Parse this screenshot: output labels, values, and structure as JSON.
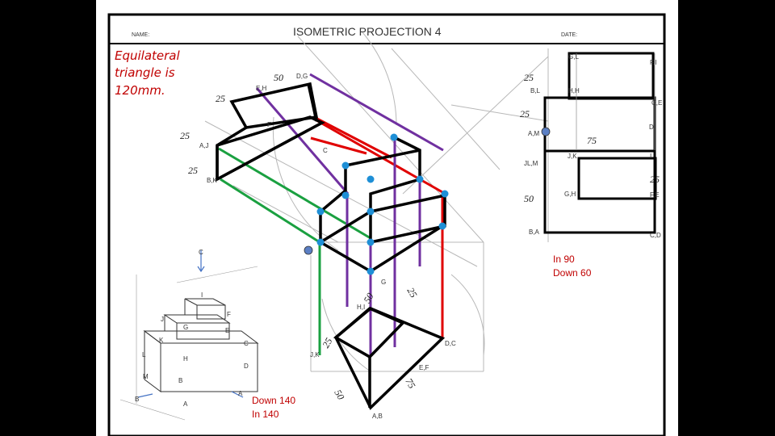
{
  "header": {
    "name_label": "NAME:",
    "title": "ISOMETRIC  PROJECTION 4",
    "date_label": "DATE:"
  },
  "note": {
    "line1": "Equilateral",
    "line2": "triangle is",
    "line3": "120mm."
  },
  "iso_dims": {
    "d50": "50",
    "d25_top": "25",
    "d25_left1": "25",
    "d25_left2": "25"
  },
  "iso_labels": {
    "eh": "E,H",
    "dg": "D,G",
    "aj": "A,J",
    "bk": "B,K",
    "f": "F",
    "c": "C"
  },
  "elevation": {
    "gl": "G,L",
    "fi": "F,I",
    "bl": "B,L",
    "hh": "H,H",
    "ce": "C,E",
    "d": "D",
    "am": "A,M",
    "d75": "75",
    "jk": "J,K",
    "i": "I",
    "jlm": "JL,M",
    "d25_right": "25",
    "d25_a": "25",
    "d25_b": "25",
    "d50": "50",
    "gh": "G,H",
    "fe": "F,E",
    "ba": "B,A",
    "cd": "C,D"
  },
  "notes_right": {
    "line1": "In 90",
    "line2": "Down 60"
  },
  "plan": {
    "g": "G",
    "hi": "H,I",
    "jk": "J,K",
    "dc": "D,C",
    "ef": "E,F",
    "ab": "A,B",
    "d25a": "25",
    "d50a": "50",
    "d25b": "25",
    "d75": "75",
    "d50b": "50"
  },
  "notes_bottom": {
    "line1": "Down 140",
    "line2": "In 140"
  },
  "pictorial": {
    "g": "G",
    "e": "E",
    "c": "C",
    "k": "K",
    "h": "H",
    "j": "J",
    "i": "I",
    "f": "F",
    "l": "L",
    "m": "M",
    "b": "B",
    "d": "D",
    "a": "A",
    "arrow_a": "A",
    "arrow_b": "B",
    "arrow_c": "C"
  },
  "colors": {
    "red": "#e00000",
    "green": "#1aa040",
    "purple": "#7030a0",
    "black": "#000000",
    "node": "#1e8fd6"
  }
}
